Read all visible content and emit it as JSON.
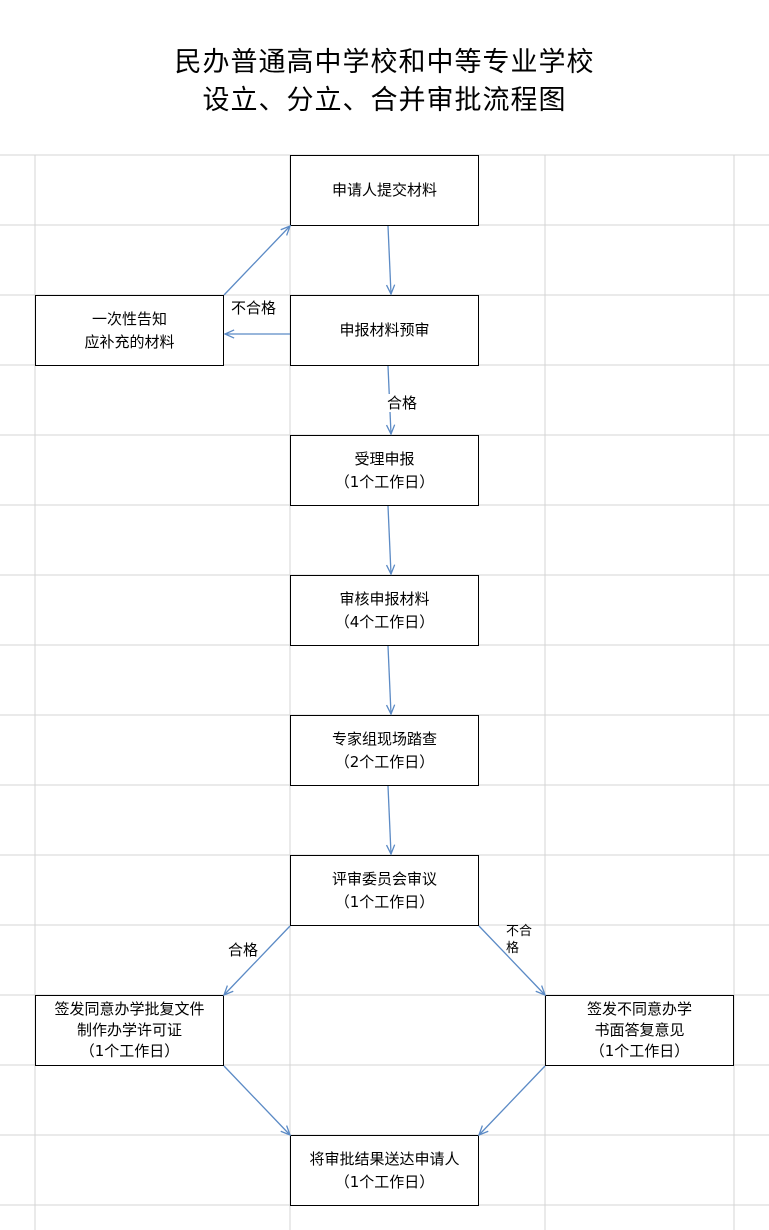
{
  "title": {
    "line1": "民办普通高中学校和中等专业学校",
    "line2": "设立、分立、合并审批流程图"
  },
  "nodes": {
    "submit": {
      "line1": "申请人提交材料",
      "line2": ""
    },
    "pre_review": {
      "line1": "申报材料预审",
      "line2": ""
    },
    "supplement": {
      "line1": "一次性告知",
      "line2": "应补充的材料"
    },
    "accept": {
      "line1": "受理申报",
      "line2": "（1个工作日）"
    },
    "review": {
      "line1": "审核申报材料",
      "line2": "（4个工作日）"
    },
    "expert": {
      "line1": "专家组现场踏查",
      "line2": "（2个工作日）"
    },
    "committee": {
      "line1": "评审委员会审议",
      "line2": "（1个工作日）"
    },
    "approve": {
      "line1": "签发同意办学批复文件",
      "line2": "制作办学许可证",
      "line3": "（1个工作日）"
    },
    "reject": {
      "line1": "签发不同意办学",
      "line2": "书面答复意见",
      "line3": "（1个工作日）"
    },
    "deliver": {
      "line1": "将审批结果送达申请人",
      "line2": "（1个工作日）"
    }
  },
  "edge_labels": {
    "pre_fail": "不合格",
    "pre_pass": "合格",
    "committee_pass": "合格",
    "committee_fail_1": "不合",
    "committee_fail_2": "格"
  },
  "colors": {
    "arrow": "#5b8ac5",
    "grid": "#d4d4d4",
    "border": "#000000"
  }
}
